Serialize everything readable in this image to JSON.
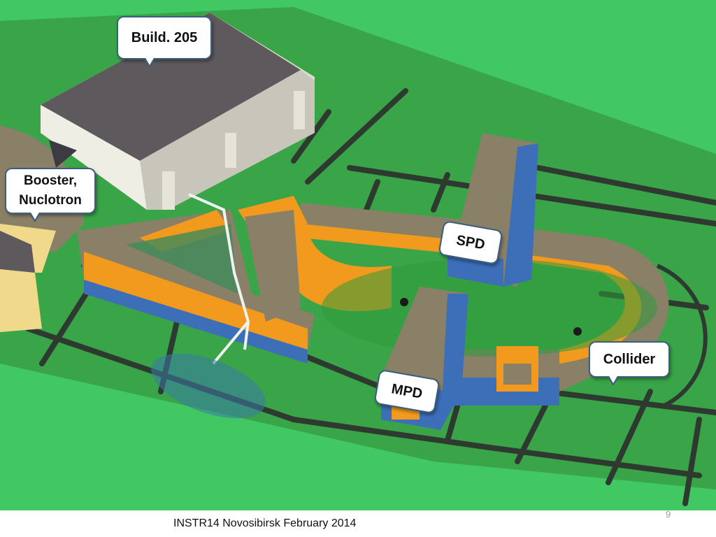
{
  "labels": {
    "build205": "Build. 205",
    "booster_line1": "Booster,",
    "booster_line2": "Nuclotron",
    "spd": "SPD",
    "mpd": "MPD",
    "collider": "Collider"
  },
  "footer": "INSTR14 Novosibirsk February 2014",
  "page_number": "9",
  "colors": {
    "grass": "#41c863",
    "lawn": "#3aa64a",
    "road": "#2f3a30",
    "roof": "#8a8068",
    "roof_dark": "#5f5a5c",
    "wall_orange": "#f29a1e",
    "wall_blue": "#3c6fb8",
    "hall_wall": "#d6d4c8",
    "callout_border": "#3b5f7d"
  }
}
